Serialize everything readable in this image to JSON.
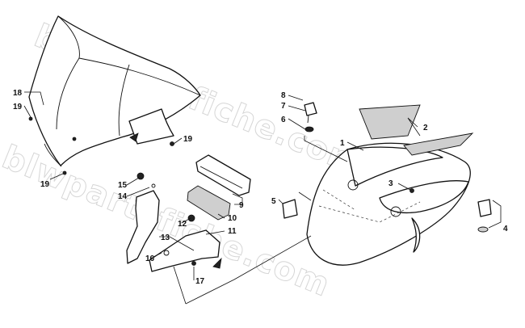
{
  "watermark": {
    "text": "blwpartsfiche.com"
  },
  "callouts": {
    "c1": "1",
    "c2": "2",
    "c3": "3",
    "c4": "4",
    "c5": "5",
    "c6": "6",
    "c7": "7",
    "c8": "8",
    "c9": "9",
    "c10": "10",
    "c11": "11",
    "c12": "12",
    "c13": "13",
    "c14": "14",
    "c15": "15",
    "c16": "16",
    "c17": "17",
    "c18": "18",
    "c19a": "19",
    "c19b": "19",
    "c19c": "19"
  }
}
